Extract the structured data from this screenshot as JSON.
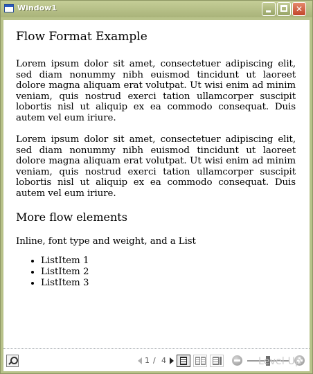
{
  "window": {
    "title": "Window1"
  },
  "document": {
    "heading": "Flow Format Example",
    "paragraphs": [
      "Lorem ipsum dolor sit amet, consectetuer adipiscing elit, sed diam nonummy nibh euismod tincidunt ut laoreet dolore magna aliquam erat volutpat. Ut wisi enim ad minim veniam, quis nostrud exerci tation ullamcorper suscipit lobortis nisl ut aliquip ex ea commodo consequat. Duis autem vel eum iriure.",
      "Lorem ipsum dolor sit amet, consectetuer adipiscing elit, sed diam nonummy nibh euismod tincidunt ut laoreet dolore magna aliquam erat volutpat. Ut wisi enim ad minim veniam, quis nostrud exerci tation ullamcorper suscipit lobortis nisl ut aliquip ex ea commodo consequat. Duis autem vel eum iriure."
    ],
    "subheading": "More flow elements",
    "intro": "Inline, font type and weight, and a List",
    "list_items": [
      "ListItem 1",
      "ListItem 2",
      "ListItem 3"
    ]
  },
  "toolbar": {
    "current_page": "1",
    "separator": "/",
    "total_pages": "4",
    "zoom_level": 0.5,
    "watermark": "Level Up"
  },
  "colors": {
    "window_frame": "#b8c28a",
    "close_button": "#c2452a"
  }
}
